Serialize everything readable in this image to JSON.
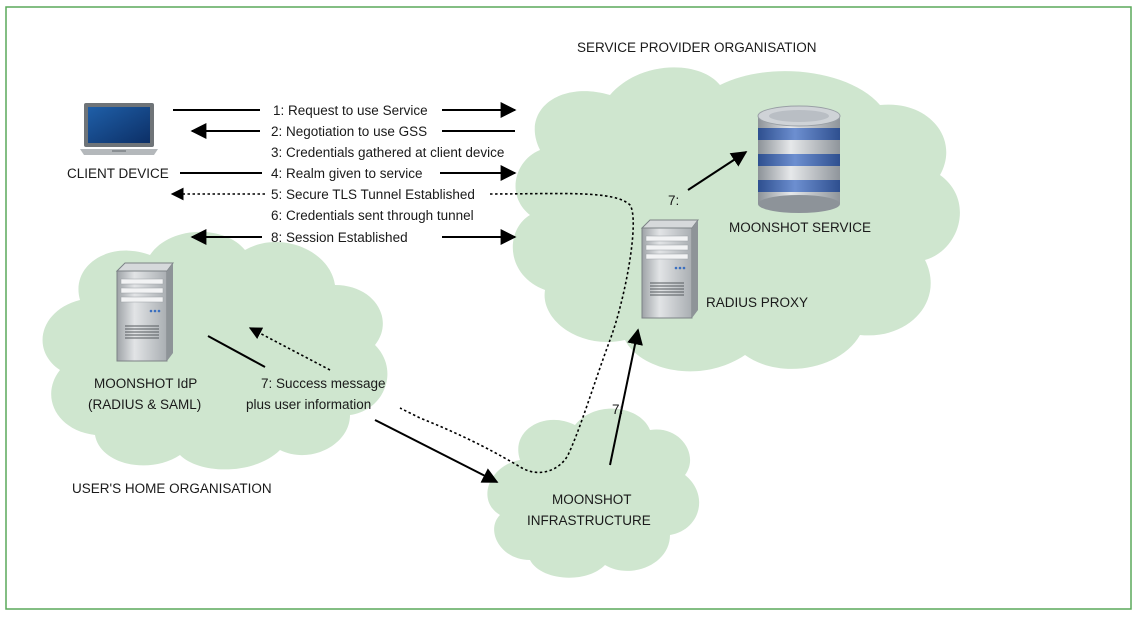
{
  "colors": {
    "frame": "#5aa85a",
    "cloud": "#cfe6cf",
    "text": "#1a1a1a",
    "server_body": "#c8cbcd",
    "db_band": "#4a6fb5",
    "db_body": "#b9bec4"
  },
  "icons": {
    "laptop": "laptop-icon",
    "database": "database-icon",
    "server": "server-icon"
  },
  "labels": {
    "service_provider": "SERVICE PROVIDER ORGANISATION",
    "client_device": "CLIENT DEVICE",
    "moonshot_service": "MOONSHOT SERVICE",
    "radius_proxy": "RADIUS PROXY",
    "idp_line1": "MOONSHOT IdP",
    "idp_line2": "(RADIUS & SAML)",
    "home_org": "USER'S HOME ORGANISATION",
    "infra_line1": "MOONSHOT",
    "infra_line2": "INFRASTRUCTURE"
  },
  "steps": [
    "1: Request to use Service",
    "2: Negotiation to use GSS",
    "3: Credentials gathered at client device",
    "4: Realm given to service",
    "5: Secure TLS Tunnel Established",
    "6: Credentials sent through tunnel",
    "8: Session Established"
  ],
  "step7": {
    "to_service": "7:",
    "to_proxy": "7:",
    "success_line1": "7: Success message",
    "success_line2": "plus user information"
  }
}
